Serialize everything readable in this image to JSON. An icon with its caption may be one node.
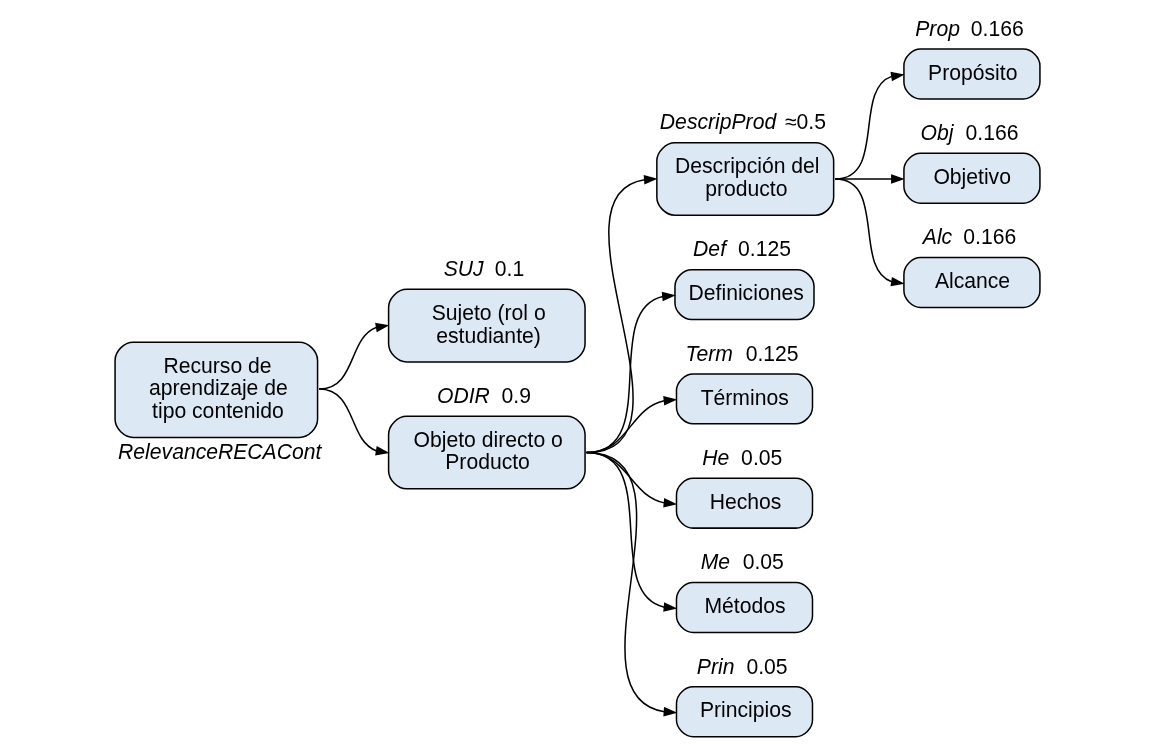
{
  "diagram": {
    "nodes": [
      {
        "text": [
          "Recurso de aprendizaje de tipo contenido"
        ],
        "beside": [
          "RelevanceRECACont"
        ]
      },
      {
        "text": [
          "Sujeto (rol o estudiante)"
        ],
        "beside": [
          "SUJ",
          "0.1"
        ]
      },
      {
        "text": [
          "Objeto directo o Producto"
        ],
        "beside": [
          "ODIR",
          "0.9"
        ]
      },
      {
        "text": [
          "Descripción del producto"
        ],
        "beside": [
          "DescripProd",
          "≈0.5"
        ]
      },
      {
        "text": [
          "Definiciones"
        ],
        "beside": [
          "Def",
          "0.125"
        ]
      },
      {
        "text": [
          "Términos"
        ],
        "beside": [
          "Term",
          "0.125"
        ]
      },
      {
        "text": [
          "Hechos"
        ],
        "beside": [
          "He",
          "0.05"
        ]
      },
      {
        "text": [
          "Métodos"
        ],
        "beside": [
          "Me",
          "0.05"
        ]
      },
      {
        "text": [
          "Principios"
        ],
        "beside": [
          "Prin",
          "0.05"
        ]
      },
      {
        "text": [
          "Propósito"
        ],
        "beside": [
          "Prop",
          "0.166"
        ]
      },
      {
        "text": [
          "Objetivo"
        ],
        "beside": [
          "Obj",
          "0.166"
        ]
      },
      {
        "text": [
          "Alcance"
        ],
        "beside": [
          "Alc",
          "0.166"
        ]
      }
    ],
    "edges": [
      {
        "from": 0,
        "to": 1,
        "arrow": "to"
      },
      {
        "from": 0,
        "to": 2,
        "arrow": "to"
      },
      {
        "from": 2,
        "to": 3,
        "arrow": "to"
      },
      {
        "from": 2,
        "to": 4,
        "arrow": "to"
      },
      {
        "from": 2,
        "to": 5,
        "arrow": "to"
      },
      {
        "from": 2,
        "to": 6,
        "arrow": "to"
      },
      {
        "from": 2,
        "to": 7,
        "arrow": "to"
      },
      {
        "from": 2,
        "to": 8,
        "arrow": "to"
      },
      {
        "from": 3,
        "to": 9,
        "arrow": "to"
      },
      {
        "from": 3,
        "to": 10,
        "arrow": "to"
      },
      {
        "from": 3,
        "to": 11,
        "arrow": "to"
      }
    ]
  }
}
